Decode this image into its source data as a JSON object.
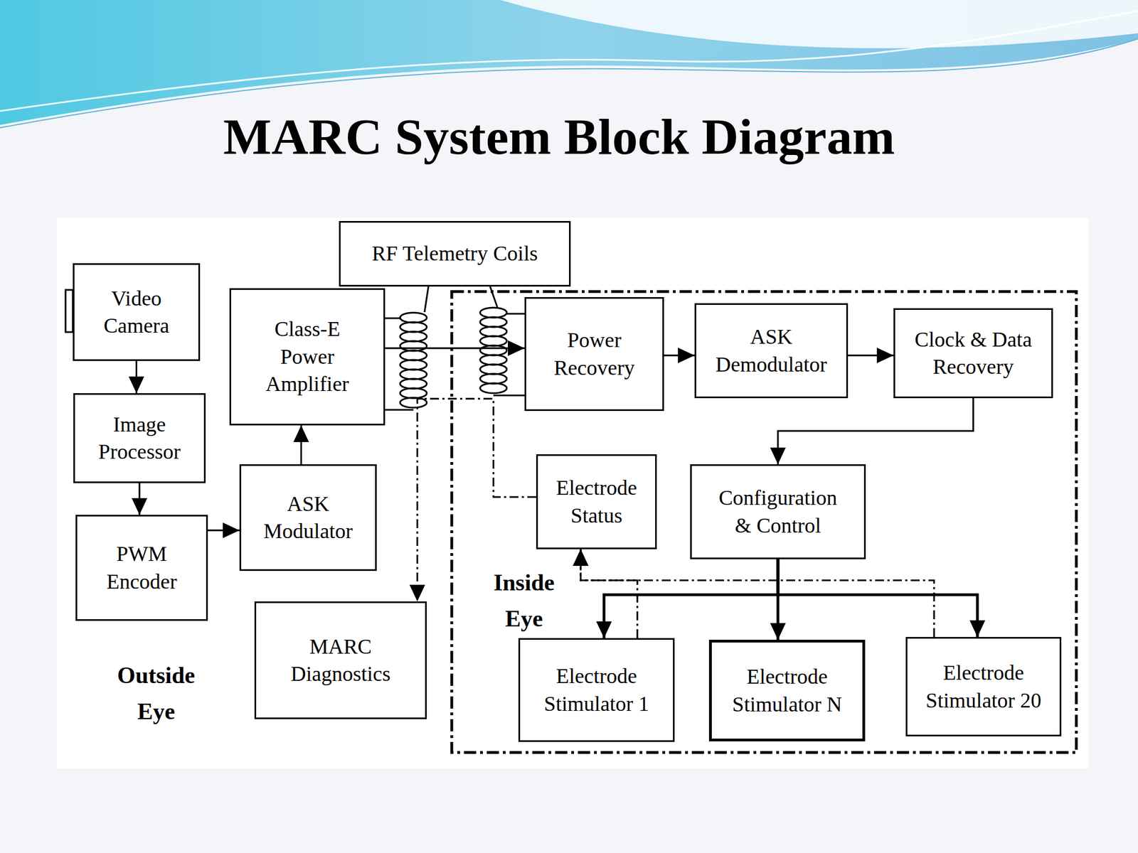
{
  "diagram": {
    "title": "MARC System Block Diagram",
    "nodes": [
      {
        "text": [
          "Video Camera"
        ]
      },
      {
        "text": [
          "Image Processor"
        ]
      },
      {
        "text": [
          "PWM Encoder"
        ]
      },
      {
        "text": [
          "RF Telemetry Coils"
        ]
      },
      {
        "text": [
          "Class-E Power Amplifier"
        ]
      },
      {
        "text": [
          "ASK Modulator"
        ]
      },
      {
        "text": [
          "MARC Diagnostics"
        ]
      },
      {
        "text": [
          "Inside Eye"
        ]
      },
      {
        "text": [
          "Power Recovery"
        ],
        "in": 7
      },
      {
        "text": [
          "ASK Demodulator"
        ],
        "in": 7
      },
      {
        "text": [
          "Clock & Data Recovery"
        ],
        "in": 7
      },
      {
        "text": [
          "Electrode Status"
        ],
        "in": 7
      },
      {
        "text": [
          "Configuration & Control"
        ],
        "in": 7
      },
      {
        "text": [
          "Electrode Stimulator 1"
        ],
        "in": 7
      },
      {
        "text": [
          "Electrode Stimulator N"
        ],
        "in": 7
      },
      {
        "text": [
          "Electrode Stimulator 20"
        ],
        "in": 7
      }
    ],
    "edges": [
      {
        "from": 0,
        "to": 1,
        "arrow": "to"
      },
      {
        "from": 1,
        "to": 2,
        "arrow": "to"
      },
      {
        "from": 2,
        "to": 5,
        "arrow": "to"
      },
      {
        "from": 5,
        "to": 4,
        "arrow": "to"
      },
      {
        "from": 4,
        "to": 8,
        "arrow": "to"
      },
      {
        "from": 8,
        "to": 9,
        "arrow": "to"
      },
      {
        "from": 9,
        "to": 10,
        "arrow": "to"
      },
      {
        "from": 10,
        "to": 12,
        "arrow": "to"
      },
      {
        "from": 12,
        "to": 13,
        "arrow": "to"
      },
      {
        "from": 12,
        "to": 14,
        "arrow": "to"
      },
      {
        "from": 12,
        "to": 15,
        "arrow": "to"
      },
      {
        "from": 13,
        "to": 11,
        "arrow": "to"
      },
      {
        "from": 15,
        "to": 11,
        "arrow": "to"
      },
      {
        "from": 11,
        "to": 6,
        "arrow": "to"
      }
    ],
    "labels": [
      "Outside Eye"
    ]
  }
}
